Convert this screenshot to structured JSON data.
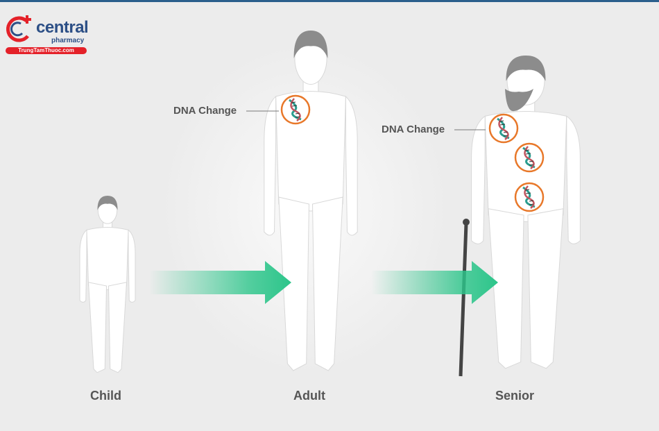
{
  "logo": {
    "brand": "central",
    "sub": "pharmacy",
    "site": "TrungTamThuoc.com"
  },
  "labels": {
    "child": "Child",
    "adult": "Adult",
    "senior": "Senior"
  },
  "annotations": {
    "adult_dna": "DNA Change",
    "senior_dna": "DNA Change"
  },
  "colors": {
    "arrow": "#2cc58a",
    "dna_ring": "#e8782a",
    "hair": "#8c8c8c",
    "brand": "#2c4f86",
    "brand_red": "#e42129"
  }
}
